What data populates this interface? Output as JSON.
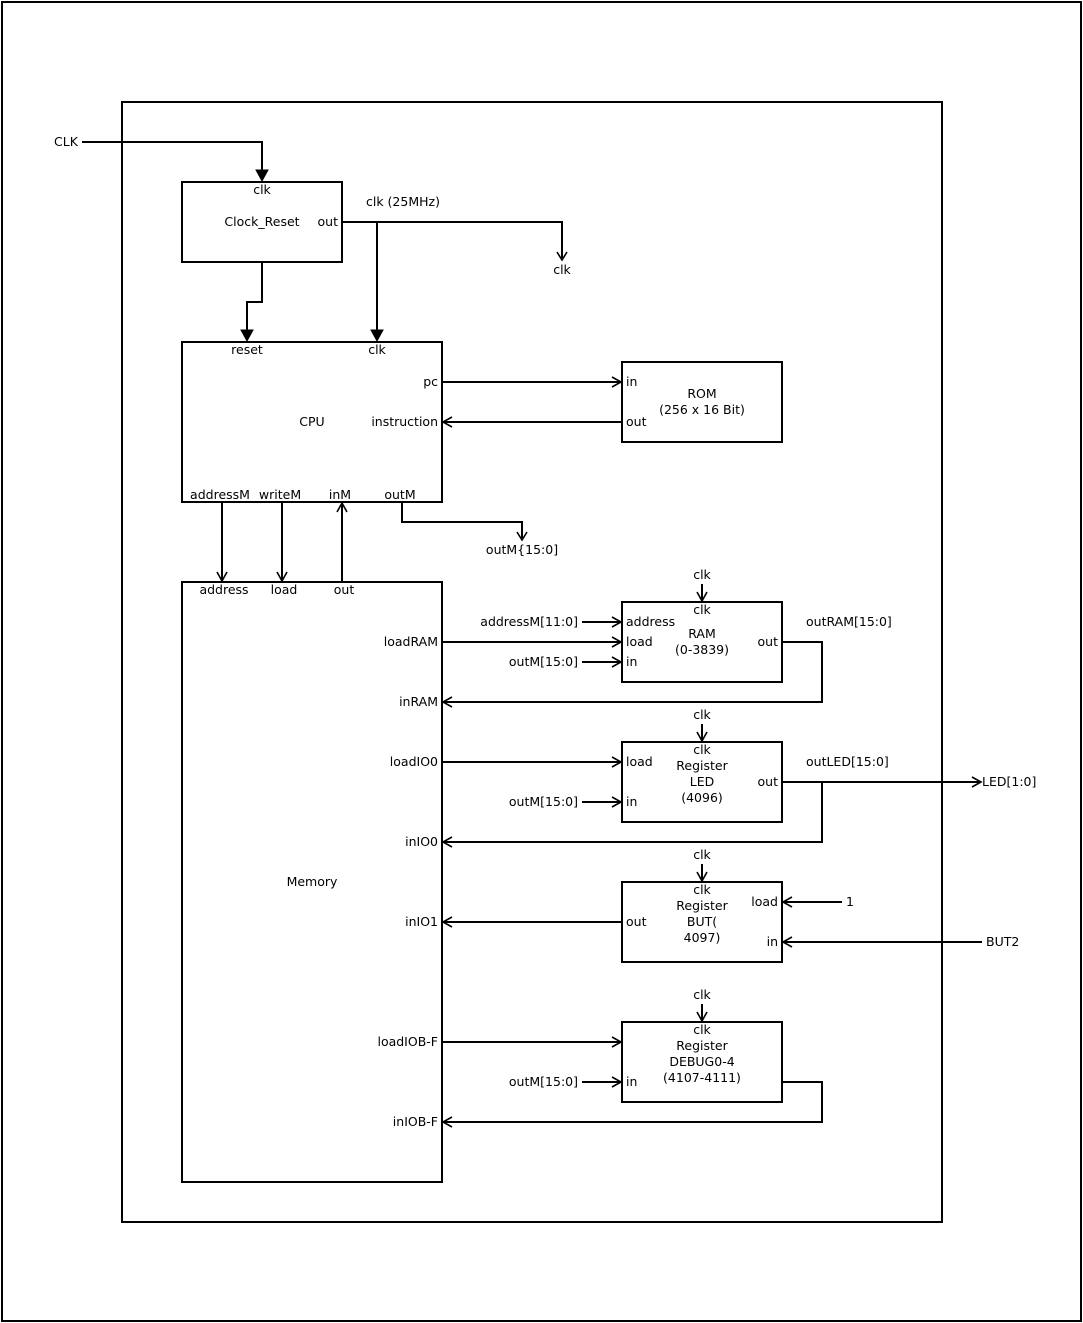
{
  "external": {
    "clk_in": "CLK",
    "led_out": "LED[1:0]",
    "but_in": "BUT2",
    "load_const": "1"
  },
  "clock_reset": {
    "title": "Clock_Reset",
    "pin_clk": "clk",
    "pin_out": "out",
    "net_label": "clk (25MHz)",
    "clk_out_label": "clk"
  },
  "cpu": {
    "title": "CPU",
    "pin_reset": "reset",
    "pin_clk": "clk",
    "pin_pc": "pc",
    "pin_instruction": "instruction",
    "pin_addressM": "addressM",
    "pin_writeM": "writeM",
    "pin_inM": "inM",
    "pin_outM": "outM",
    "outM_net": "outM{15:0]"
  },
  "rom": {
    "title": "ROM",
    "subtitle": "(256 x 16 Bit)",
    "pin_in": "in",
    "pin_out": "out"
  },
  "memory": {
    "title": "Memory",
    "pin_address": "address",
    "pin_load": "load",
    "pin_out": "out",
    "pin_loadRAM": "loadRAM",
    "pin_inRAM": "inRAM",
    "pin_loadIO0": "loadIO0",
    "pin_inIO0": "inIO0",
    "pin_inIO1": "inIO1",
    "pin_loadIOBF": "loadIOB-F",
    "pin_inIOBF": "inIOB-F"
  },
  "ram": {
    "title": "RAM",
    "subtitle": "(0-3839)",
    "clk_net": "clk",
    "pin_clk": "clk",
    "pin_address": "address",
    "pin_load": "load",
    "pin_in": "in",
    "pin_out": "out",
    "addr_net": "addressM[11:0]",
    "in_net": "outM[15:0]",
    "out_net": "outRAM[15:0]"
  },
  "led": {
    "line1": "Register",
    "line2": "LED",
    "line3": "(4096)",
    "clk_net": "clk",
    "pin_clk": "clk",
    "pin_load": "load",
    "pin_in": "in",
    "pin_out": "out",
    "in_net": "outM[15:0]",
    "out_net": "outLED[15:0]"
  },
  "but": {
    "line1": "Register",
    "line2": "BUT(",
    "line3": "4097)",
    "clk_net": "clk",
    "pin_clk": "clk",
    "pin_load": "load",
    "pin_in": "in",
    "pin_out": "out"
  },
  "debug": {
    "line1": "Register",
    "line2": "DEBUG0-4",
    "line3": "(4107-4111)",
    "clk_net": "clk",
    "pin_clk": "clk",
    "pin_in": "in",
    "in_net": "outM[15:0]"
  }
}
